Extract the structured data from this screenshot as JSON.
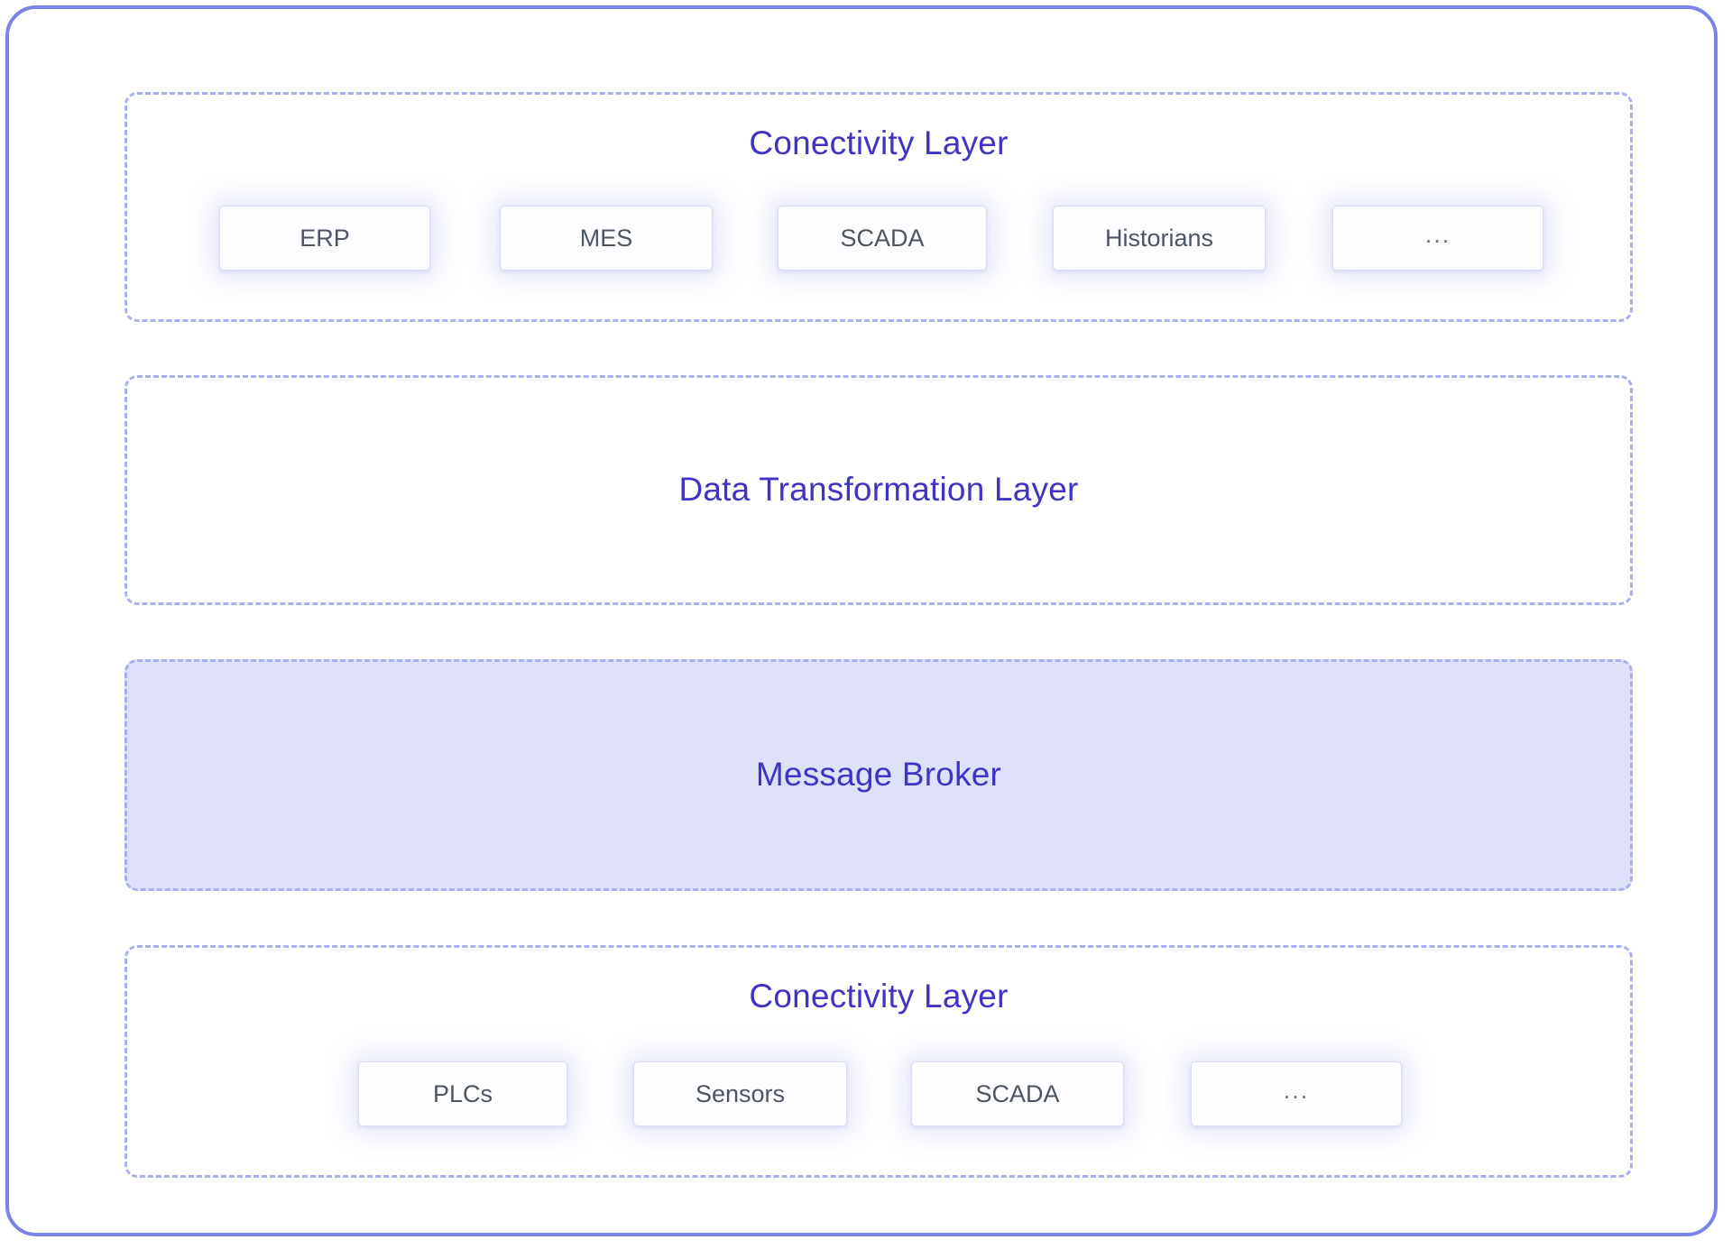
{
  "diagram": {
    "accent_color": "#7b82e8",
    "title_color": "#4034c4",
    "dashed_border_color": "#a9b0ef",
    "highlight_fill": "#dfe1fa",
    "layers": [
      {
        "id": "connectivity-top",
        "title": "Conectivity Layer",
        "chips": [
          "ERP",
          "MES",
          "SCADA",
          "Historians",
          "..."
        ]
      },
      {
        "id": "data-transformation",
        "title": "Data Transformation Layer",
        "chips": []
      },
      {
        "id": "message-broker",
        "title": "Message Broker",
        "chips": []
      },
      {
        "id": "connectivity-bottom",
        "title": "Conectivity Layer",
        "chips": [
          "PLCs",
          "Sensors",
          "SCADA",
          "..."
        ]
      }
    ]
  }
}
